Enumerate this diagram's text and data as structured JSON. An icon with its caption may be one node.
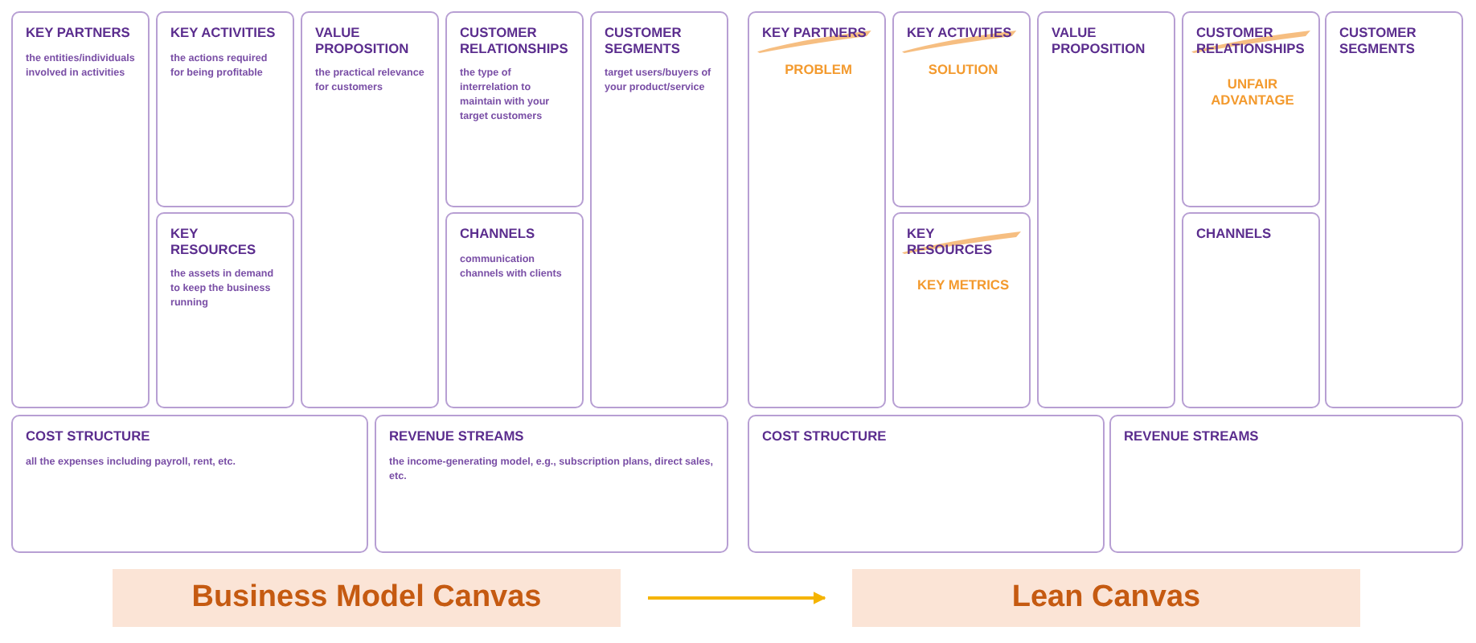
{
  "diagram": {
    "nodes": [
      {
        "text": [
          "KEY PARTNERS",
          "the entities/individuals involved in activities"
        ]
      },
      {
        "text": [
          "KEY ACTIVITIES",
          "the actions required for being profitable"
        ]
      },
      {
        "text": [
          "KEY RESOURCES",
          "the assets in demand to keep the business running"
        ]
      },
      {
        "text": [
          "VALUE PROPOSITION",
          "the practical relevance for customers"
        ]
      },
      {
        "text": [
          "CUSTOMER RELATIONSHIPS",
          "the type of interrelation to maintain with your target customers"
        ]
      },
      {
        "text": [
          "CHANNELS",
          "communication channels with clients"
        ]
      },
      {
        "text": [
          "CUSTOMER SEGMENTS",
          "target users/buyers of your product/service"
        ]
      },
      {
        "text": [
          "COST STRUCTURE",
          "all the expenses including payroll, rent, etc."
        ]
      },
      {
        "text": [
          "REVENUE STREAMS",
          "the income-generating model, e.g., subscription plans, direct sales, etc."
        ]
      },
      {
        "text": [
          "KEY PARTNERS",
          "PROBLEM"
        ]
      },
      {
        "text": [
          "KEY ACTIVITIES",
          "SOLUTION"
        ]
      },
      {
        "text": [
          "KEY RESOURCES",
          "KEY METRICS"
        ]
      },
      {
        "text": [
          "VALUE PROPOSITION"
        ]
      },
      {
        "text": [
          "CUSTOMER RELATIONSHIPS",
          "UNFAIR ADVANTAGE"
        ]
      },
      {
        "text": [
          "CHANNELS"
        ]
      },
      {
        "text": [
          "CUSTOMER SEGMENTS"
        ]
      },
      {
        "text": [
          "COST STRUCTURE"
        ]
      },
      {
        "text": [
          "REVENUE STREAMS"
        ]
      },
      {
        "text": [
          "Business Model Canvas"
        ]
      },
      {
        "text": [
          "Lean Canvas"
        ]
      }
    ],
    "edges": [
      {
        "from": 18,
        "to": 19,
        "arrow": "to"
      }
    ]
  }
}
